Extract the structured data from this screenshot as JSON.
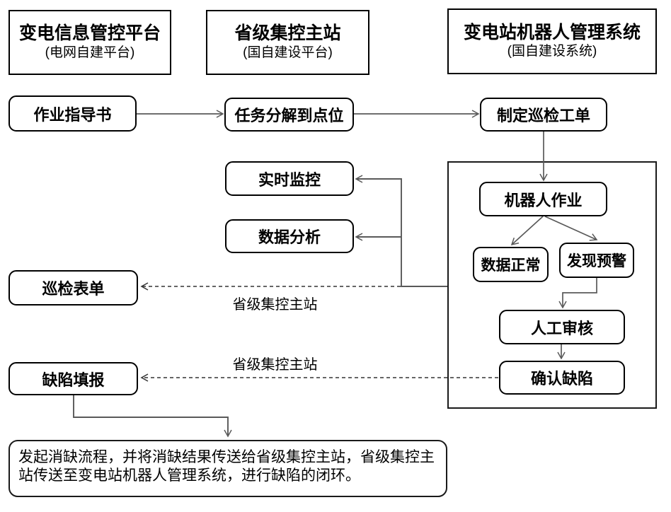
{
  "diagram": {
    "headers": [
      {
        "title": "变电信息管控平台",
        "subtitle": "(电网自建平台)"
      },
      {
        "title": "省级集控主站",
        "subtitle": "(国自建设平台)"
      },
      {
        "title": "变电站机器人管理系统",
        "subtitle": "(国自建设系统)"
      }
    ],
    "nodes": {
      "work_guide": "作业指导书",
      "task_split": "任务分解到点位",
      "make_order": "制定巡检工单",
      "realtime": "实时监控",
      "analysis": "数据分析",
      "inspect_form": "巡检表单",
      "defect_fill": "缺陷填报",
      "robot_job": "机器人作业",
      "data_ok": "数据正常",
      "warn_found": "发现预警",
      "review": "人工审核",
      "confirm": "确认缺陷"
    },
    "edge_labels": {
      "to_inspect_form": "省级集控主站",
      "to_defect_fill": "省级集控主站"
    },
    "bottom_note": "发起消缺流程，并将消缺结果传送给省级集控主站，省级集控主站传送至变电站机器人管理系统，进行缺陷的闭环。",
    "colors": {
      "connector": "#595959",
      "dashed_connector": "#333333",
      "box_border": "#000000",
      "text": "#000000",
      "background": "#ffffff"
    }
  }
}
